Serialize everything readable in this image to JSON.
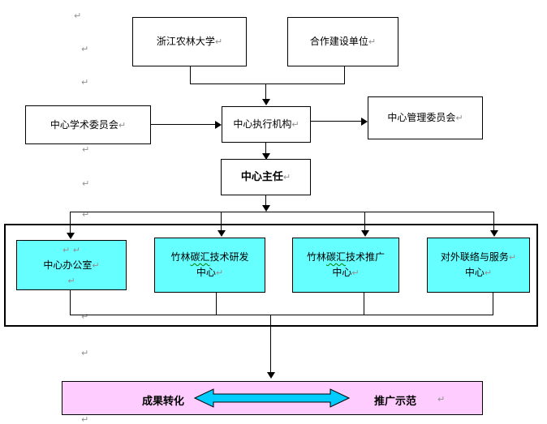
{
  "marks": {
    "glyph": "↵"
  },
  "colors": {
    "box_fill_cyan": "#66FFFF",
    "banner_fill_pink": "#FFCCFF",
    "double_arrow_fill": "#00CCFF",
    "line_color": "#000000",
    "paragraph_mark_color": "#909090",
    "spellcheck_wavy_color": "#008000"
  },
  "nodes": {
    "university": {
      "label": "浙江农林大学"
    },
    "partner": {
      "label": "合作建设单位"
    },
    "academic_committee": {
      "label": "中心学术委员会"
    },
    "executive_body": {
      "label": "中心执行机构"
    },
    "management_committee": {
      "label": "中心管理委员会"
    },
    "director": {
      "label": "中心主任"
    },
    "office": {
      "pre_marks": "↵  ↵",
      "label": "中心办公室",
      "post_mark": "↵"
    },
    "rd_center": {
      "line1_pre": "竹林",
      "line1_wavy": "碳汇",
      "line1_post": "技术研发",
      "line2": "中心"
    },
    "promotion_center": {
      "line1_pre": "竹林",
      "line1_wavy": "碳汇",
      "line1_post": "技术推广",
      "line2": "中心"
    },
    "liaison_center": {
      "line1": "对外联络与服务",
      "line2": "中心"
    },
    "outcome_banner": {
      "left_label": "成果转化",
      "right_label": "推广示范"
    }
  }
}
